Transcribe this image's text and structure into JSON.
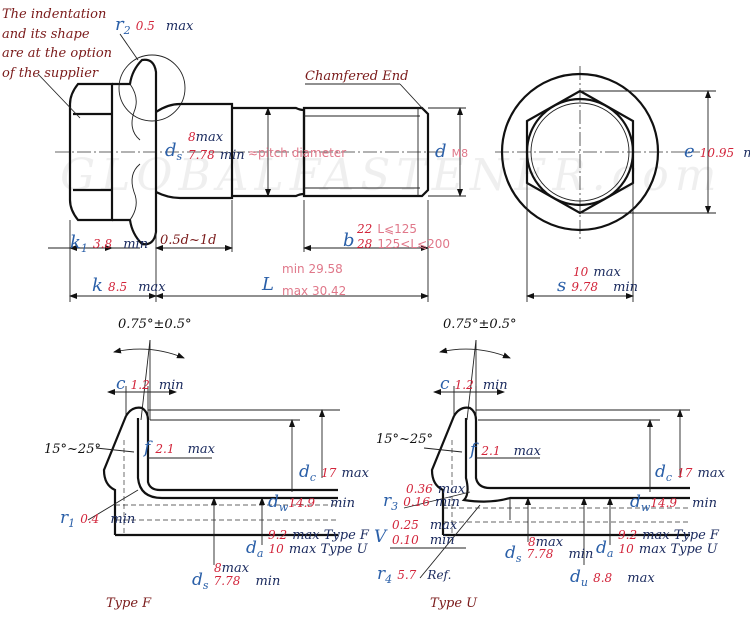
{
  "watermark": "GLOBALFASTENER.com",
  "notes": {
    "indentation_l1": "The indentation",
    "indentation_l2": "and its shape",
    "indentation_l3": "are at the option",
    "indentation_l4": "of the supplier",
    "chamfered": "Chamfered End"
  },
  "side_view": {
    "r2": {
      "sym": "r",
      "sub": "2",
      "val": "0.5",
      "unit": "max"
    },
    "ds": {
      "sym": "d",
      "sub": "s",
      "max": "8",
      "max_unit": "max",
      "min": "7.78",
      "min_unit": "min",
      "note": "≈pitch diameter"
    },
    "d": {
      "sym": "d",
      "val": "M8"
    },
    "k1": {
      "sym": "k",
      "sub": "1",
      "val": "3.8",
      "unit": "min"
    },
    "span": "0.5d~1d",
    "b": {
      "sym": "b",
      "v1": "22",
      "c1": "L⩽125",
      "v2": "28",
      "c2": "125<L⩽200"
    },
    "k": {
      "sym": "k",
      "val": "8.5",
      "unit": "max"
    },
    "L": {
      "sym": "L",
      "min": "min 29.58",
      "max": "max 30.42"
    }
  },
  "end_view": {
    "e": {
      "sym": "e",
      "val": "10.95",
      "unit": "min"
    },
    "s": {
      "sym": "s",
      "max": "10",
      "max_unit": "max",
      "min": "9.78",
      "min_unit": "min"
    }
  },
  "type_f": {
    "angle": "0.75°±0.5°",
    "c": {
      "sym": "c",
      "val": "1.2",
      "unit": "min"
    },
    "bevel": "15°~25°",
    "f": {
      "sym": "f",
      "val": "2.1",
      "unit": "max"
    },
    "dc": {
      "sym": "d",
      "sub": "c",
      "val": "17",
      "unit": "max"
    },
    "dw": {
      "sym": "d",
      "sub": "w",
      "val": "14.9",
      "unit": "min"
    },
    "r1": {
      "sym": "r",
      "sub": "1",
      "val": "0.4",
      "unit": "min"
    },
    "da": {
      "sym": "d",
      "sub": "a",
      "v1": "9.2",
      "t1": "max Type F",
      "v2": "10",
      "t2": "max Type U"
    },
    "ds": {
      "sym": "d",
      "sub": "s",
      "max": "8",
      "max_unit": "max",
      "min": "7.78",
      "min_unit": "min"
    },
    "caption": "Type F"
  },
  "type_u": {
    "angle": "0.75°±0.5°",
    "c": {
      "sym": "c",
      "val": "1.2",
      "unit": "min"
    },
    "bevel": "15°~25°",
    "f": {
      "sym": "f",
      "val": "2.1",
      "unit": "max"
    },
    "dc": {
      "sym": "d",
      "sub": "c",
      "val": "17",
      "unit": "max"
    },
    "dw": {
      "sym": "d",
      "sub": "w",
      "val": "14.9",
      "unit": "min"
    },
    "r3": {
      "sym": "r",
      "sub": "3",
      "max": "0.36",
      "max_unit": "max",
      "min": "0.16",
      "min_unit": "min"
    },
    "v": {
      "sym": "V",
      "max": "0.25",
      "max_unit": "max",
      "min": "0.10",
      "min_unit": "min"
    },
    "da": {
      "sym": "d",
      "sub": "a",
      "v1": "9.2",
      "t1": "max Type F",
      "v2": "10",
      "t2": "max Type U"
    },
    "ds": {
      "sym": "d",
      "sub": "s",
      "max": "8",
      "max_unit": "max",
      "min": "7.78",
      "min_unit": "min"
    },
    "r4": {
      "sym": "r",
      "sub": "4",
      "val": "5.7",
      "unit": "Ref."
    },
    "du": {
      "sym": "d",
      "sub": "u",
      "val": "8.8",
      "unit": "max"
    },
    "caption": "Type U"
  }
}
